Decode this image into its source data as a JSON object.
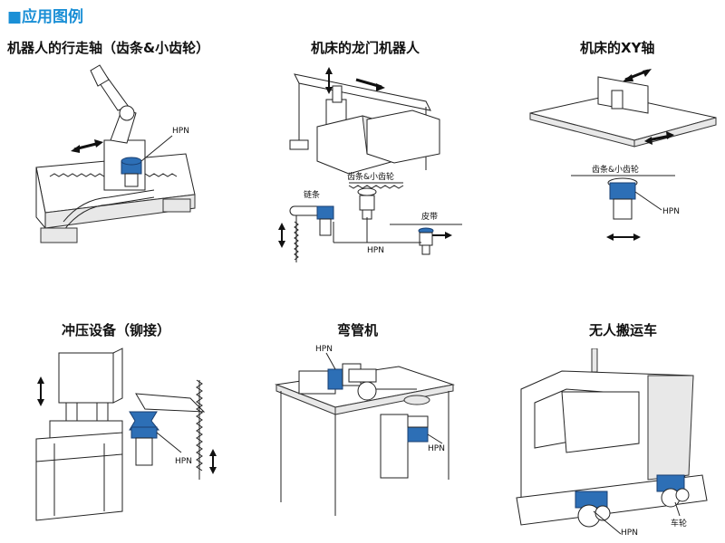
{
  "header": {
    "title": "■应用图例"
  },
  "panels": [
    {
      "caption": "机器人的行走轴（齿条&小齿轮）",
      "labels": {
        "hpn": "HPN"
      }
    },
    {
      "caption": "机床的龙门机器人",
      "labels": {
        "rack_pinion": "齿条&小齿轮",
        "chain": "链条",
        "belt": "皮带",
        "hpn": "HPN"
      }
    },
    {
      "caption": "机床的XY轴",
      "labels": {
        "rack_pinion": "齿条&小齿轮",
        "hpn": "HPN"
      }
    },
    {
      "caption": "冲压设备（铆接）",
      "labels": {
        "hpn": "HPN"
      }
    },
    {
      "caption": "弯管机",
      "labels": {
        "hpn_top": "HPN",
        "hpn_bottom": "HPN"
      }
    },
    {
      "caption": "无人搬运车",
      "labels": {
        "hpn": "HPN",
        "wheel": "车轮"
      }
    }
  ]
}
